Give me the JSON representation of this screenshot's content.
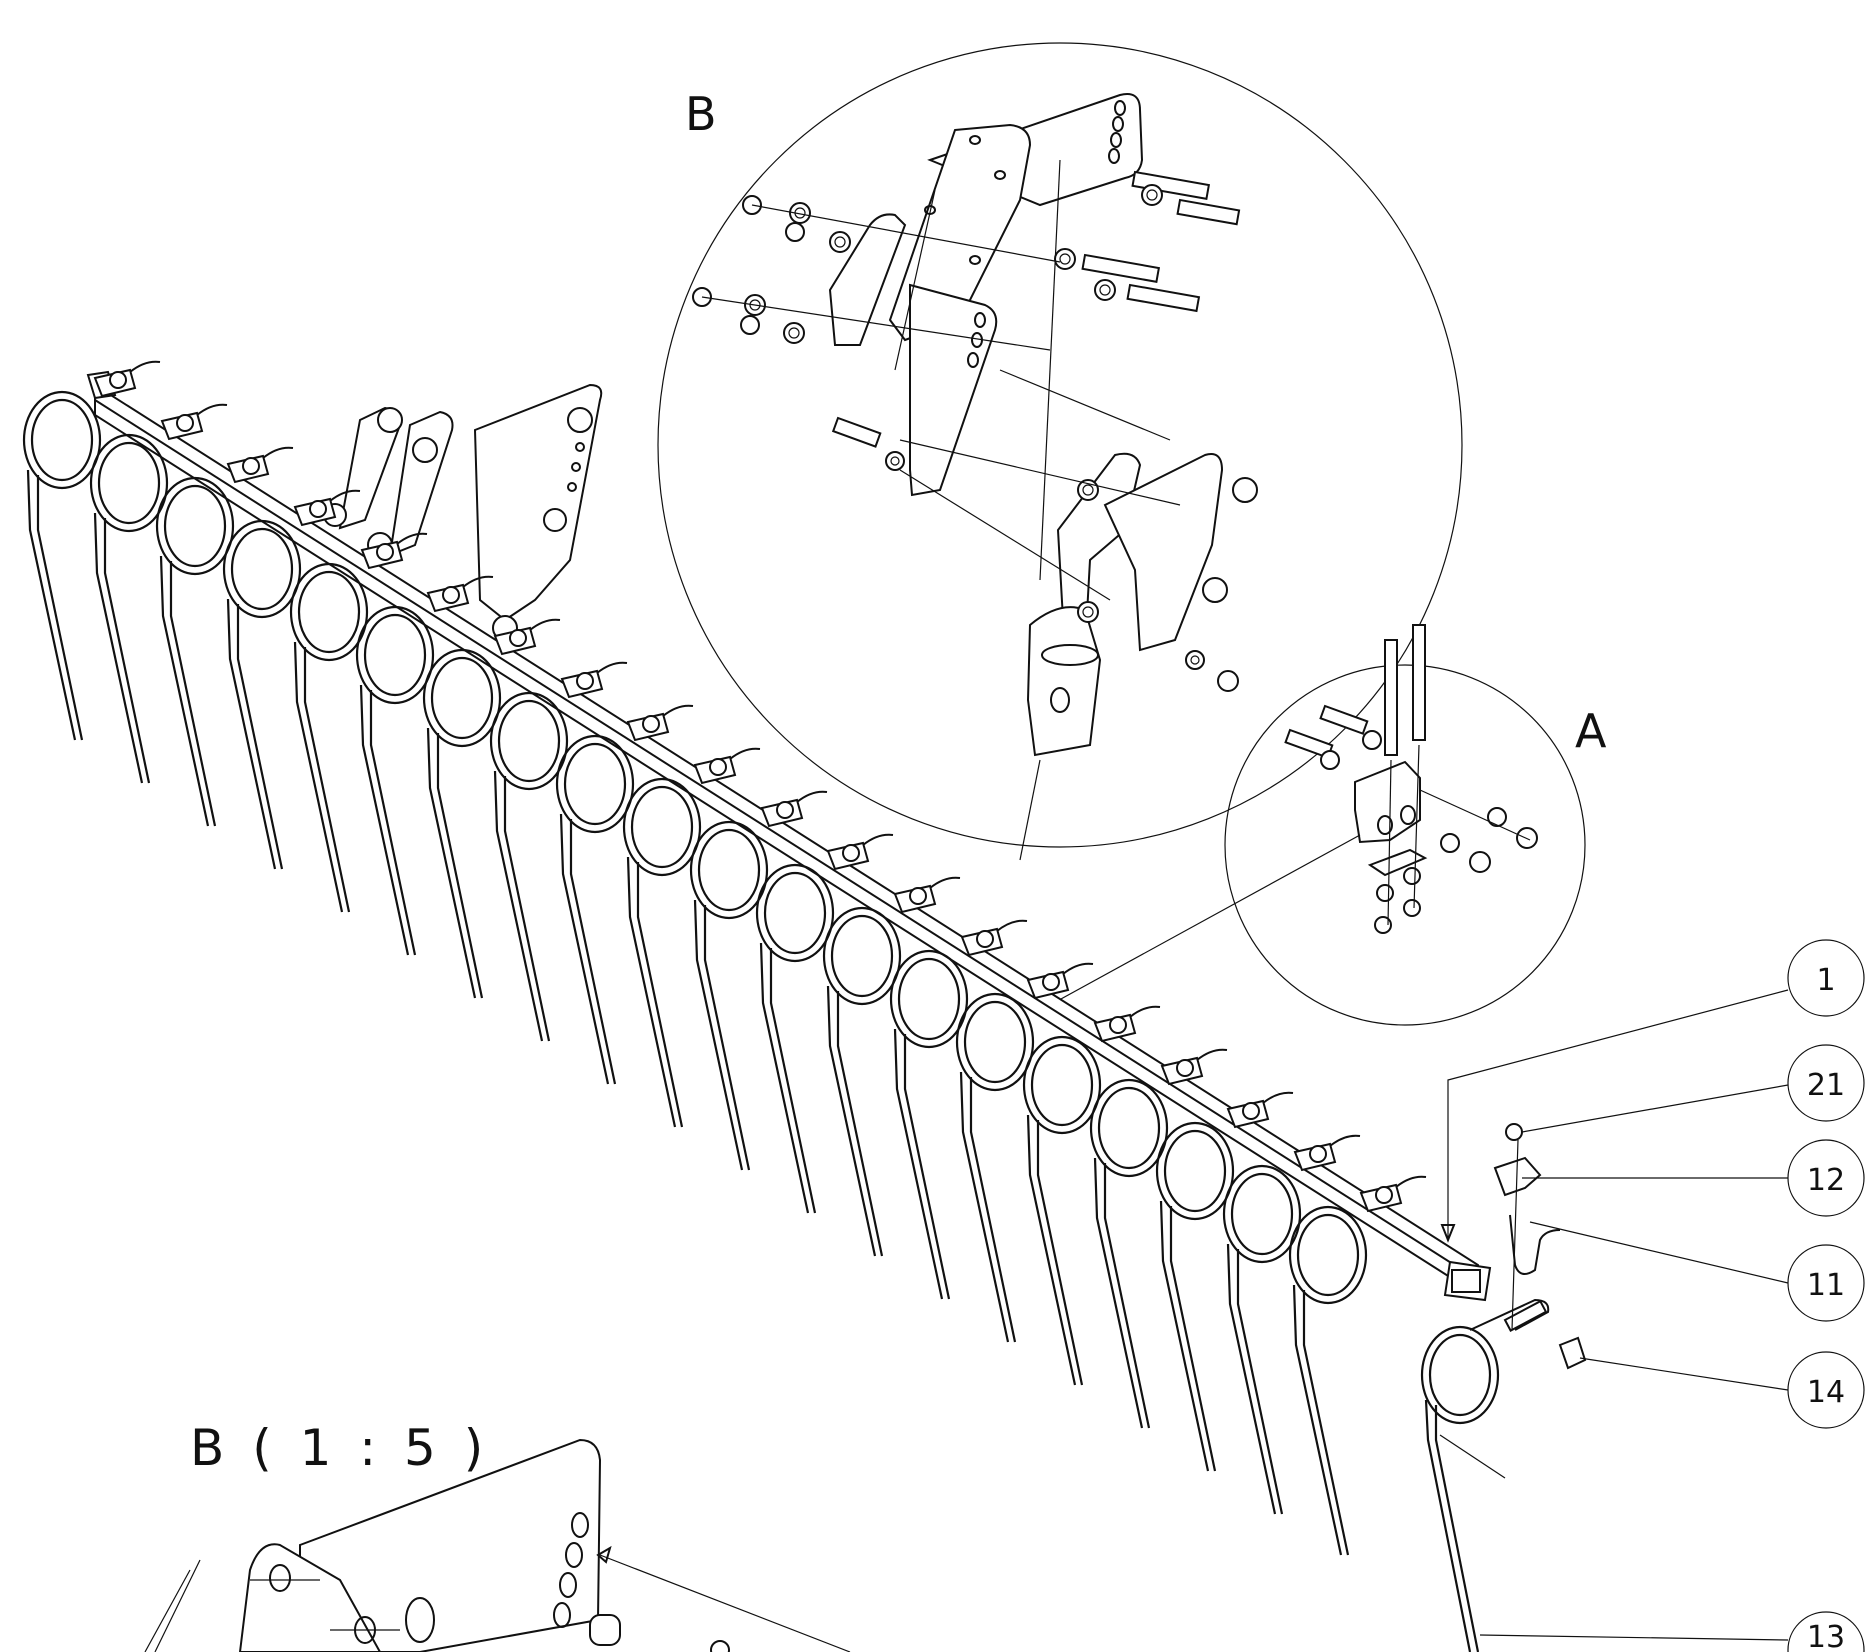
{
  "views": {
    "detail_b_label": "B",
    "detail_a_label": "A",
    "section_b_title": "B ( 1 : 5 )"
  },
  "balloons": [
    {
      "id": "1",
      "label": "1"
    },
    {
      "id": "21",
      "label": "21"
    },
    {
      "id": "12",
      "label": "12"
    },
    {
      "id": "11",
      "label": "11"
    },
    {
      "id": "14",
      "label": "14"
    },
    {
      "id": "13",
      "label": "13"
    }
  ],
  "colors": {
    "line": "#111111",
    "paper": "#ffffff"
  }
}
